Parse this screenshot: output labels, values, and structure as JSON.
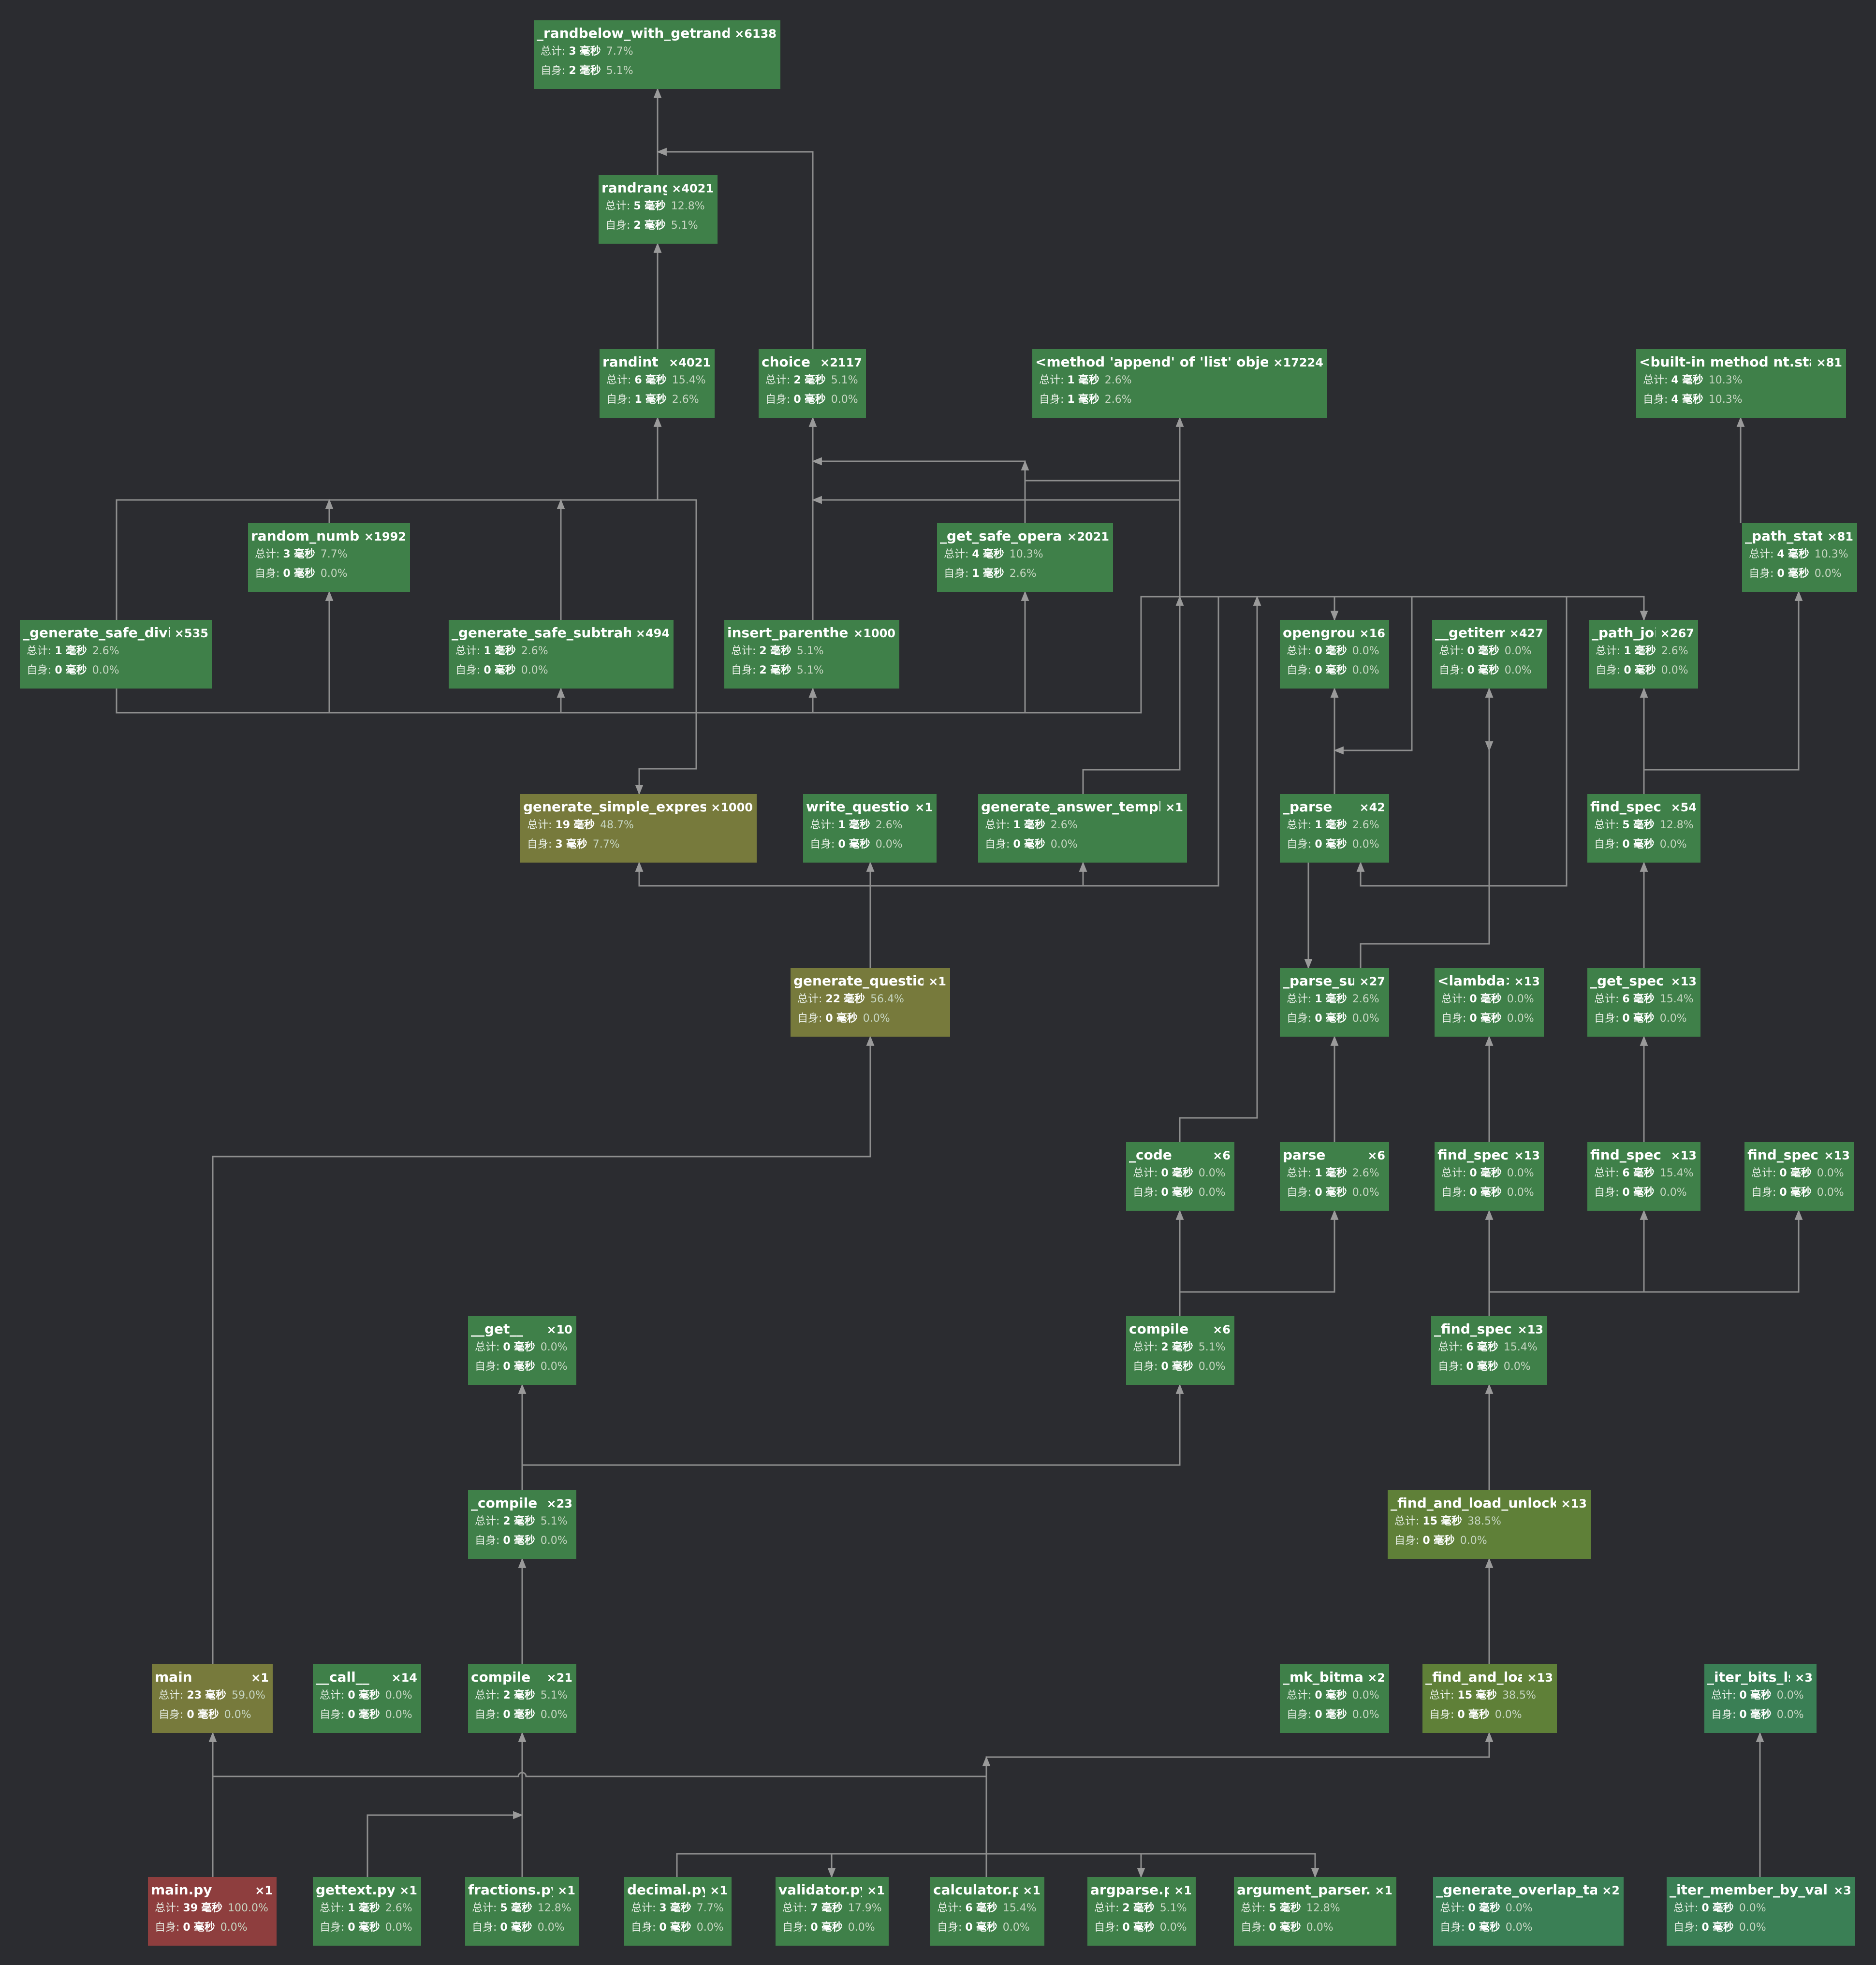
{
  "labels": {
    "total": "总计:",
    "self": "自身:",
    "unit": "毫秒"
  },
  "colors": {
    "background": "#2b2c30",
    "edge": "#9a9a9a",
    "node_green": "#3f8049",
    "node_teal": "#3a7f55",
    "node_lime": "#5f8038",
    "node_olive": "#777a3c",
    "node_red": "#8e3e3e"
  },
  "nodes": [
    {
      "id": "n_randbelow",
      "name": "_randbelow_with_getrandbits",
      "count": "×6138",
      "total": "3",
      "total_pct": "7.7%",
      "self": "2",
      "self_pct": "5.1%",
      "color": "#3f8049"
    },
    {
      "id": "n_randrange",
      "name": "randrange",
      "count": "×4021",
      "total": "5",
      "total_pct": "12.8%",
      "self": "2",
      "self_pct": "5.1%",
      "color": "#3f8049"
    },
    {
      "id": "n_randint",
      "name": "randint",
      "count": "×4021",
      "total": "6",
      "total_pct": "15.4%",
      "self": "1",
      "self_pct": "2.6%",
      "color": "#3f8049"
    },
    {
      "id": "n_choice",
      "name": "choice",
      "count": "×2117",
      "total": "2",
      "total_pct": "5.1%",
      "self": "0",
      "self_pct": "0.0%",
      "color": "#3f8049"
    },
    {
      "id": "n_append",
      "name": "<method 'append' of 'list' objects>",
      "count": "×17224",
      "total": "1",
      "total_pct": "2.6%",
      "self": "1",
      "self_pct": "2.6%",
      "color": "#3f8049"
    },
    {
      "id": "n_ntstat",
      "name": "<built-in method nt.stat>",
      "count": "×81",
      "total": "4",
      "total_pct": "10.3%",
      "self": "4",
      "self_pct": "10.3%",
      "color": "#3f8049"
    },
    {
      "id": "n_random_number",
      "name": "random_number",
      "count": "×1992",
      "total": "3",
      "total_pct": "7.7%",
      "self": "0",
      "self_pct": "0.0%",
      "color": "#3f8049"
    },
    {
      "id": "n_get_safe_operator",
      "name": "_get_safe_operator",
      "count": "×2021",
      "total": "4",
      "total_pct": "10.3%",
      "self": "1",
      "self_pct": "2.6%",
      "color": "#3f8049"
    },
    {
      "id": "n_path_stat",
      "name": "_path_stat",
      "count": "×81",
      "total": "4",
      "total_pct": "10.3%",
      "self": "0",
      "self_pct": "0.0%",
      "color": "#3f8049"
    },
    {
      "id": "n_gen_safe_divisor",
      "name": "_generate_safe_divisor",
      "count": "×535",
      "total": "1",
      "total_pct": "2.6%",
      "self": "0",
      "self_pct": "0.0%",
      "color": "#3f8049"
    },
    {
      "id": "n_gen_safe_subtrahend",
      "name": "_generate_safe_subtrahend",
      "count": "×494",
      "total": "1",
      "total_pct": "2.6%",
      "self": "0",
      "self_pct": "0.0%",
      "color": "#3f8049"
    },
    {
      "id": "n_insert_parentheses",
      "name": "insert_parentheses",
      "count": "×1000",
      "total": "2",
      "total_pct": "5.1%",
      "self": "2",
      "self_pct": "5.1%",
      "color": "#3f8049"
    },
    {
      "id": "n_opengroup",
      "name": "opengroup",
      "count": "×16",
      "total": "0",
      "total_pct": "0.0%",
      "self": "0",
      "self_pct": "0.0%",
      "color": "#3f8049"
    },
    {
      "id": "n_getitem",
      "name": "__getitem__",
      "count": "×427",
      "total": "0",
      "total_pct": "0.0%",
      "self": "0",
      "self_pct": "0.0%",
      "color": "#3f8049"
    },
    {
      "id": "n_path_join",
      "name": "_path_join",
      "count": "×267",
      "total": "1",
      "total_pct": "2.6%",
      "self": "0",
      "self_pct": "0.0%",
      "color": "#3f8049"
    },
    {
      "id": "n_gen_simple_expr",
      "name": "generate_simple_expression",
      "count": "×1000",
      "total": "19",
      "total_pct": "48.7%",
      "self": "3",
      "self_pct": "7.7%",
      "color": "#777a3c"
    },
    {
      "id": "n_write_questions",
      "name": "write_questions",
      "count": "×1",
      "total": "1",
      "total_pct": "2.6%",
      "self": "0",
      "self_pct": "0.0%",
      "color": "#3f8049"
    },
    {
      "id": "n_gen_answer_tpl",
      "name": "generate_answer_template",
      "count": "×1",
      "total": "1",
      "total_pct": "2.6%",
      "self": "0",
      "self_pct": "0.0%",
      "color": "#3f8049"
    },
    {
      "id": "n_parse",
      "name": "_parse",
      "count": "×42",
      "total": "1",
      "total_pct": "2.6%",
      "self": "0",
      "self_pct": "0.0%",
      "color": "#3f8049"
    },
    {
      "id": "n_find_spec54",
      "name": "find_spec",
      "count": "×54",
      "total": "5",
      "total_pct": "12.8%",
      "self": "0",
      "self_pct": "0.0%",
      "color": "#3f8049"
    },
    {
      "id": "n_gen_questions",
      "name": "generate_questions",
      "count": "×1",
      "total": "22",
      "total_pct": "56.4%",
      "self": "0",
      "self_pct": "0.0%",
      "color": "#777a3c"
    },
    {
      "id": "n_parse_sub",
      "name": "_parse_sub",
      "count": "×27",
      "total": "1",
      "total_pct": "2.6%",
      "self": "0",
      "self_pct": "0.0%",
      "color": "#3f8049"
    },
    {
      "id": "n_lambda",
      "name": "<lambda>",
      "count": "×13",
      "total": "0",
      "total_pct": "0.0%",
      "self": "0",
      "self_pct": "0.0%",
      "color": "#3f8049"
    },
    {
      "id": "n_get_spec",
      "name": "_get_spec",
      "count": "×13",
      "total": "6",
      "total_pct": "15.4%",
      "self": "0",
      "self_pct": "0.0%",
      "color": "#3f8049"
    },
    {
      "id": "n_code",
      "name": "_code",
      "count": "×6",
      "total": "0",
      "total_pct": "0.0%",
      "self": "0",
      "self_pct": "0.0%",
      "color": "#3f8049"
    },
    {
      "id": "n_parse6",
      "name": "parse",
      "count": "×6",
      "total": "1",
      "total_pct": "2.6%",
      "self": "0",
      "self_pct": "0.0%",
      "color": "#3f8049"
    },
    {
      "id": "n_find_spec_a",
      "name": "find_spec",
      "count": "×13",
      "total": "0",
      "total_pct": "0.0%",
      "self": "0",
      "self_pct": "0.0%",
      "color": "#3f8049"
    },
    {
      "id": "n_find_spec_b",
      "name": "find_spec",
      "count": "×13",
      "total": "6",
      "total_pct": "15.4%",
      "self": "0",
      "self_pct": "0.0%",
      "color": "#3f8049"
    },
    {
      "id": "n_find_spec_c",
      "name": "find_spec",
      "count": "×13",
      "total": "0",
      "total_pct": "0.0%",
      "self": "0",
      "self_pct": "0.0%",
      "color": "#3f8049"
    },
    {
      "id": "n_get",
      "name": "__get__",
      "count": "×10",
      "total": "0",
      "total_pct": "0.0%",
      "self": "0",
      "self_pct": "0.0%",
      "color": "#3f8049"
    },
    {
      "id": "n_compile6",
      "name": "compile",
      "count": "×6",
      "total": "2",
      "total_pct": "5.1%",
      "self": "0",
      "self_pct": "0.0%",
      "color": "#3f8049"
    },
    {
      "id": "n_find_spec_u",
      "name": "_find_spec",
      "count": "×13",
      "total": "6",
      "total_pct": "15.4%",
      "self": "0",
      "self_pct": "0.0%",
      "color": "#3f8049"
    },
    {
      "id": "n_compile23",
      "name": "_compile",
      "count": "×23",
      "total": "2",
      "total_pct": "5.1%",
      "self": "0",
      "self_pct": "0.0%",
      "color": "#3f8049"
    },
    {
      "id": "n_find_load_unlocked",
      "name": "_find_and_load_unlocked",
      "count": "×13",
      "total": "15",
      "total_pct": "38.5%",
      "self": "0",
      "self_pct": "0.0%",
      "color": "#5f8038"
    },
    {
      "id": "n_main",
      "name": "main",
      "count": "×1",
      "total": "23",
      "total_pct": "59.0%",
      "self": "0",
      "self_pct": "0.0%",
      "color": "#777a3c"
    },
    {
      "id": "n_call",
      "name": "__call__",
      "count": "×14",
      "total": "0",
      "total_pct": "0.0%",
      "self": "0",
      "self_pct": "0.0%",
      "color": "#3f8049"
    },
    {
      "id": "n_compile21",
      "name": "compile",
      "count": "×21",
      "total": "2",
      "total_pct": "5.1%",
      "self": "0",
      "self_pct": "0.0%",
      "color": "#3f8049"
    },
    {
      "id": "n_mk_bitmap",
      "name": "_mk_bitmap",
      "count": "×2",
      "total": "0",
      "total_pct": "0.0%",
      "self": "0",
      "self_pct": "0.0%",
      "color": "#3f8049"
    },
    {
      "id": "n_find_and_load",
      "name": "_find_and_load",
      "count": "×13",
      "total": "15",
      "total_pct": "38.5%",
      "self": "0",
      "self_pct": "0.0%",
      "color": "#5f8038"
    },
    {
      "id": "n_iter_bits_lsb",
      "name": "_iter_bits_lsb",
      "count": "×3",
      "total": "0",
      "total_pct": "0.0%",
      "self": "0",
      "self_pct": "0.0%",
      "color": "#3a7f55"
    },
    {
      "id": "n_main_py",
      "name": "main.py",
      "count": "×1",
      "total": "39",
      "total_pct": "100.0%",
      "self": "0",
      "self_pct": "0.0%",
      "color": "#8e3e3e"
    },
    {
      "id": "n_gettext_py",
      "name": "gettext.py",
      "count": "×1",
      "total": "1",
      "total_pct": "2.6%",
      "self": "0",
      "self_pct": "0.0%",
      "color": "#3f8049"
    },
    {
      "id": "n_fractions_py",
      "name": "fractions.py",
      "count": "×1",
      "total": "5",
      "total_pct": "12.8%",
      "self": "0",
      "self_pct": "0.0%",
      "color": "#3f8049"
    },
    {
      "id": "n_decimal_py",
      "name": "decimal.py",
      "count": "×1",
      "total": "3",
      "total_pct": "7.7%",
      "self": "0",
      "self_pct": "0.0%",
      "color": "#3f8049"
    },
    {
      "id": "n_validator_py",
      "name": "validator.py",
      "count": "×1",
      "total": "7",
      "total_pct": "17.9%",
      "self": "0",
      "self_pct": "0.0%",
      "color": "#3f8049"
    },
    {
      "id": "n_calculator_py",
      "name": "calculator.py",
      "count": "×1",
      "total": "6",
      "total_pct": "15.4%",
      "self": "0",
      "self_pct": "0.0%",
      "color": "#3f8049"
    },
    {
      "id": "n_argparse_py",
      "name": "argparse.py",
      "count": "×1",
      "total": "2",
      "total_pct": "5.1%",
      "self": "0",
      "self_pct": "0.0%",
      "color": "#3f8049"
    },
    {
      "id": "n_argument_parser_py",
      "name": "argument_parser.py",
      "count": "×1",
      "total": "5",
      "total_pct": "12.8%",
      "self": "0",
      "self_pct": "0.0%",
      "color": "#3f8049"
    },
    {
      "id": "n_gen_overlap_table",
      "name": "_generate_overlap_table",
      "count": "×2",
      "total": "0",
      "total_pct": "0.0%",
      "self": "0",
      "self_pct": "0.0%",
      "color": "#3a7f55"
    },
    {
      "id": "n_iter_member",
      "name": "_iter_member_by_value_",
      "count": "×3",
      "total": "0",
      "total_pct": "0.0%",
      "self": "0",
      "self_pct": "0.0%",
      "color": "#3a7f55"
    }
  ]
}
